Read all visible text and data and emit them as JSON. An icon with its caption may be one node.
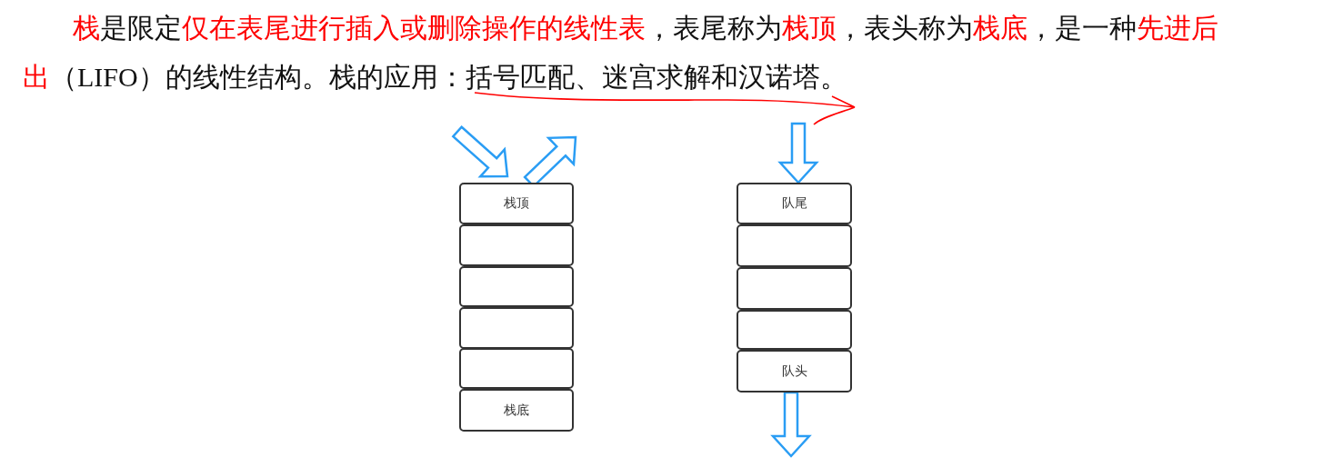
{
  "diagram": {
    "nodes": [
      {
        "text": [
          "栈顶"
        ]
      },
      {
        "text": [],
        "shape": "box"
      },
      {
        "text": [],
        "shape": "box"
      },
      {
        "text": [],
        "shape": "box"
      },
      {
        "text": [],
        "shape": "box"
      },
      {
        "text": [
          "栈底"
        ]
      },
      {
        "text": [
          "队尾"
        ]
      },
      {
        "text": [],
        "shape": "box"
      },
      {
        "text": [],
        "shape": "box"
      },
      {
        "text": [],
        "shape": "box"
      },
      {
        "text": [
          "队头"
        ]
      }
    ],
    "edges": [
      {
        "from": null,
        "to": 0,
        "arrow": "to"
      },
      {
        "from": 0,
        "to": null,
        "arrow": "to"
      },
      {
        "from": null,
        "to": 6,
        "arrow": "to"
      },
      {
        "from": 10,
        "to": null,
        "arrow": "to"
      }
    ],
    "labels": [
      "**栈**是限定**仅在表尾进行插入或删除操作的线性表**，表尾称为**栈顶**，表头称为**栈底**，是一种**先进后出**（LIFO）的线性结构。栈的应用：括号匹配、迷宫求解和汉诺塔。"
    ]
  }
}
